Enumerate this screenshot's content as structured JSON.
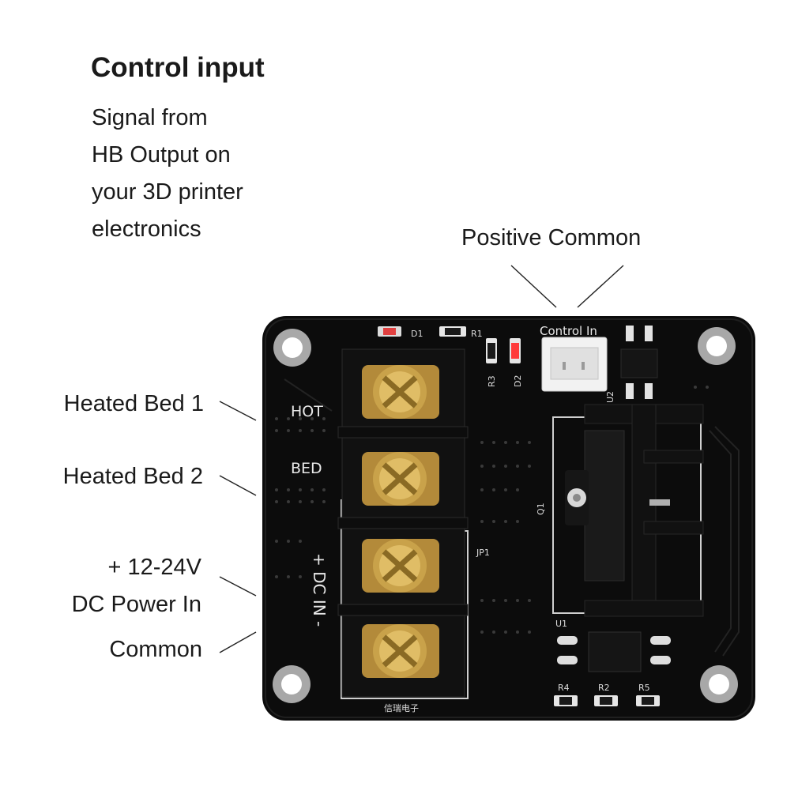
{
  "heading": {
    "title": "Control input",
    "description_lines": [
      "Signal from",
      "HB Output on",
      "your 3D printer",
      "electronics"
    ]
  },
  "callouts": {
    "positive_common": "Positive Common",
    "heated_bed_1": "Heated Bed 1",
    "heated_bed_2": "Heated Bed 2",
    "dc_power_line1": "+ 12-24V",
    "dc_power_line2": "DC Power In",
    "common": "Common"
  },
  "board_silkscreen": {
    "d1": "D1",
    "r1": "R1",
    "r3": "R3",
    "d2": "D2",
    "control_in": "Control In",
    "u2": "U2",
    "hot": "HOT",
    "bed": "BED",
    "dc_in": "+ DC IN -",
    "jp1": "JP1",
    "q1": "Q1",
    "u1": "U1",
    "r4": "R4",
    "r2": "R2",
    "r5": "R5",
    "maker": "信瑞电子"
  },
  "colors": {
    "pcb": "#0c0c0c",
    "terminal": "#111111",
    "screw_gold": "#c9a24a",
    "connector": "#f2f2f2",
    "silkscreen": "#e8e8e8"
  }
}
